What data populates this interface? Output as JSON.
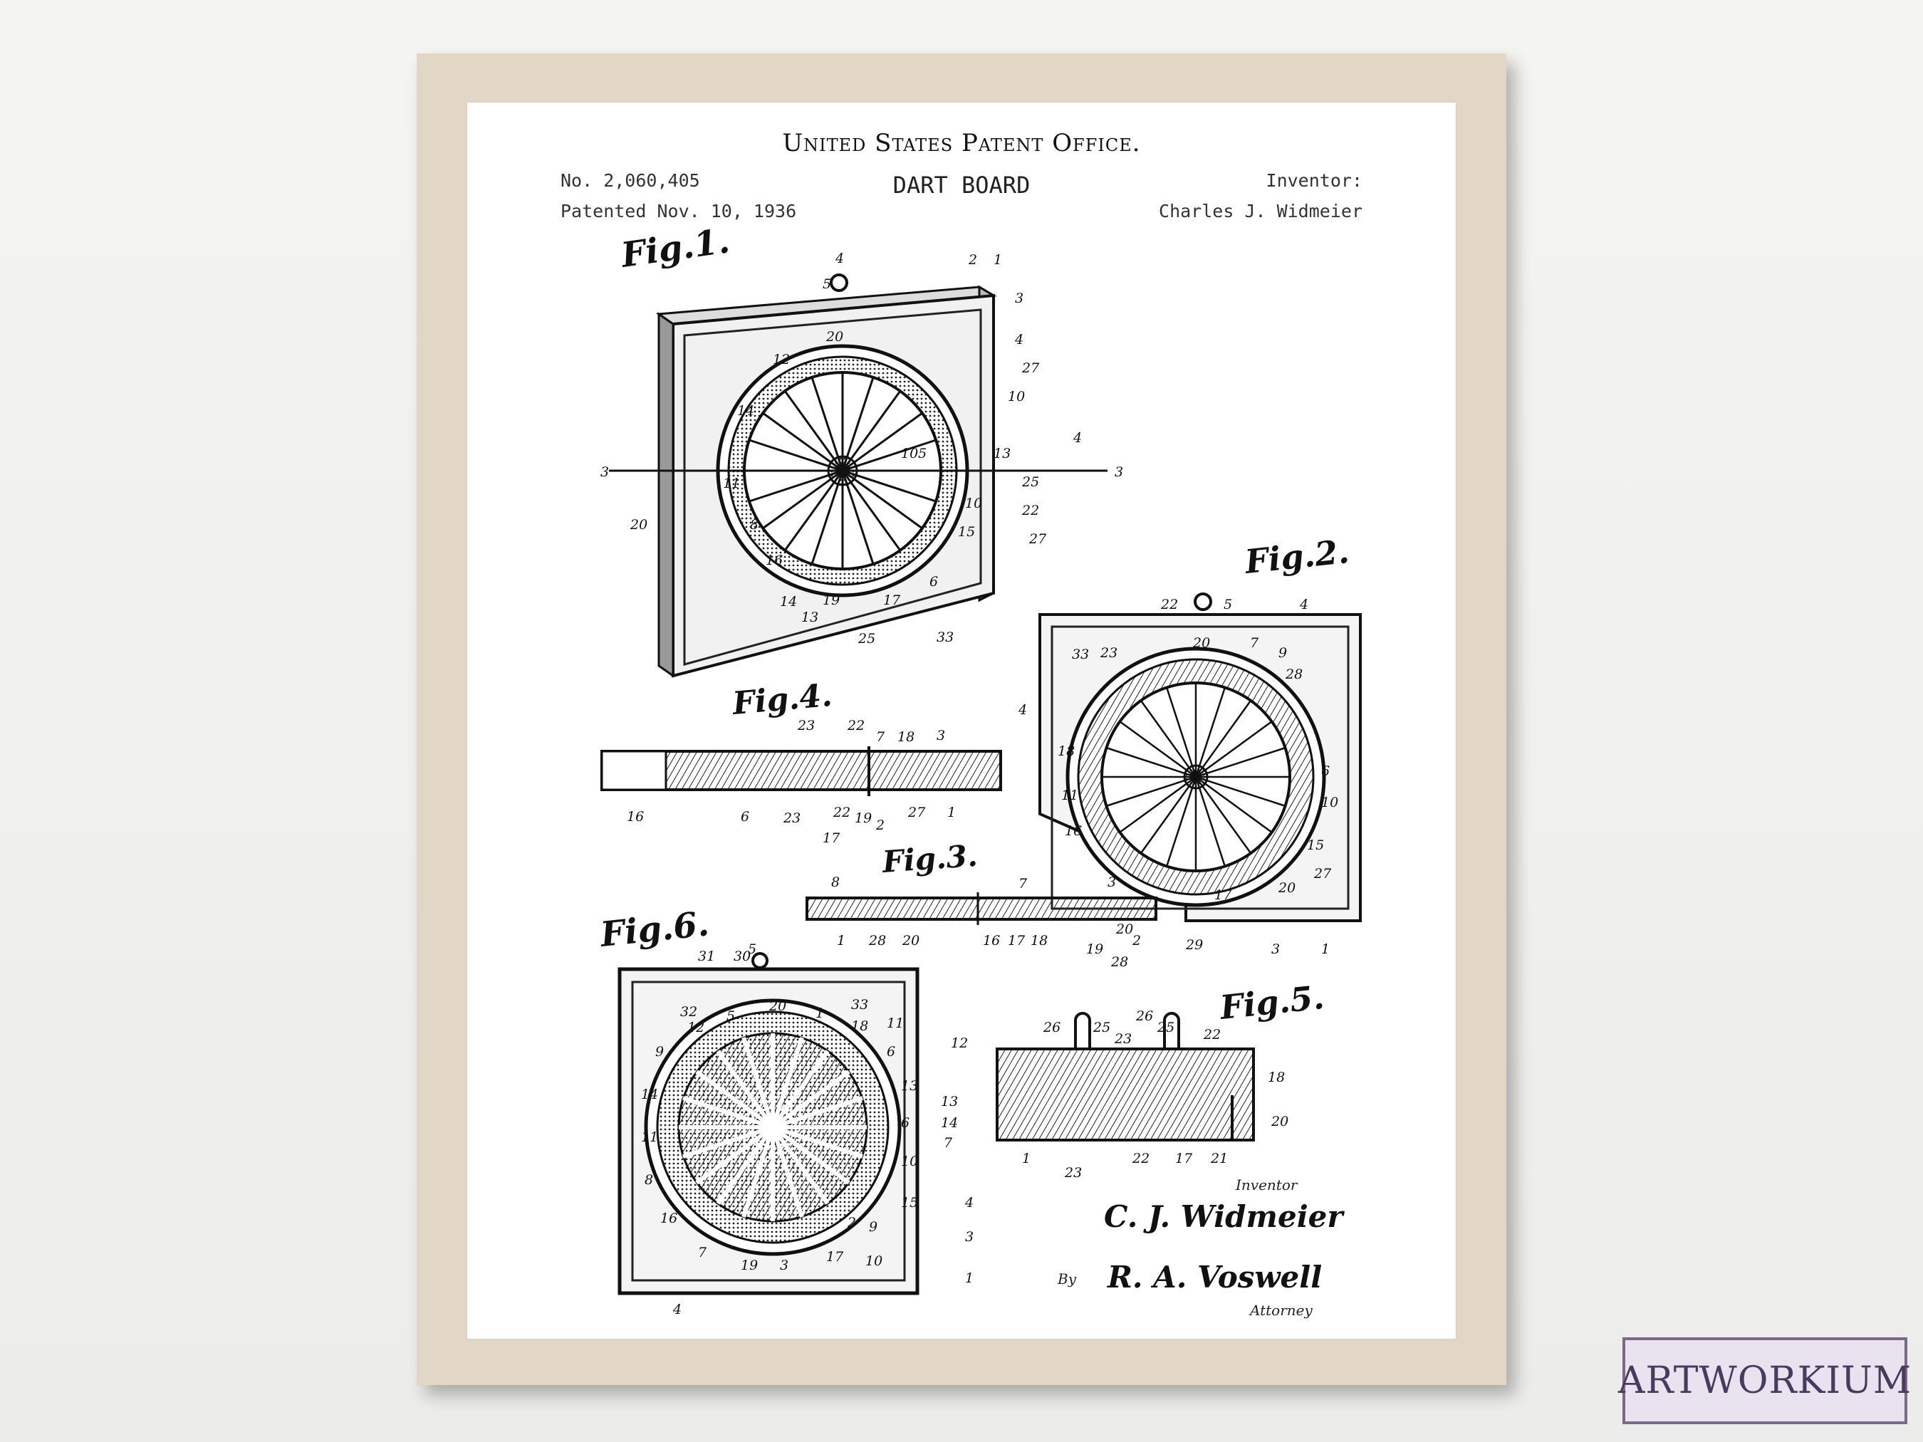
{
  "header": {
    "office": "United States Patent Office.",
    "patent_no": "No. 2,060,405",
    "patented": "Patented Nov. 10, 1936",
    "title": "DART BOARD",
    "inventor_label": "Inventor:",
    "inventor_name": "Charles J. Widmeier"
  },
  "figures": {
    "fig1": "Fig.1.",
    "fig2": "Fig.2.",
    "fig3": "Fig.3.",
    "fig4": "Fig.4.",
    "fig5": "Fig.5.",
    "fig6": "Fig.6."
  },
  "signature": {
    "inventor_caption": "Inventor",
    "inventor_signature": "C. J. Widmeier",
    "by": "By",
    "attorney_signature": "R. A. Voswell",
    "attorney_caption": "Attorney"
  },
  "brand": {
    "logo_text": "ARTWORKIUM"
  }
}
